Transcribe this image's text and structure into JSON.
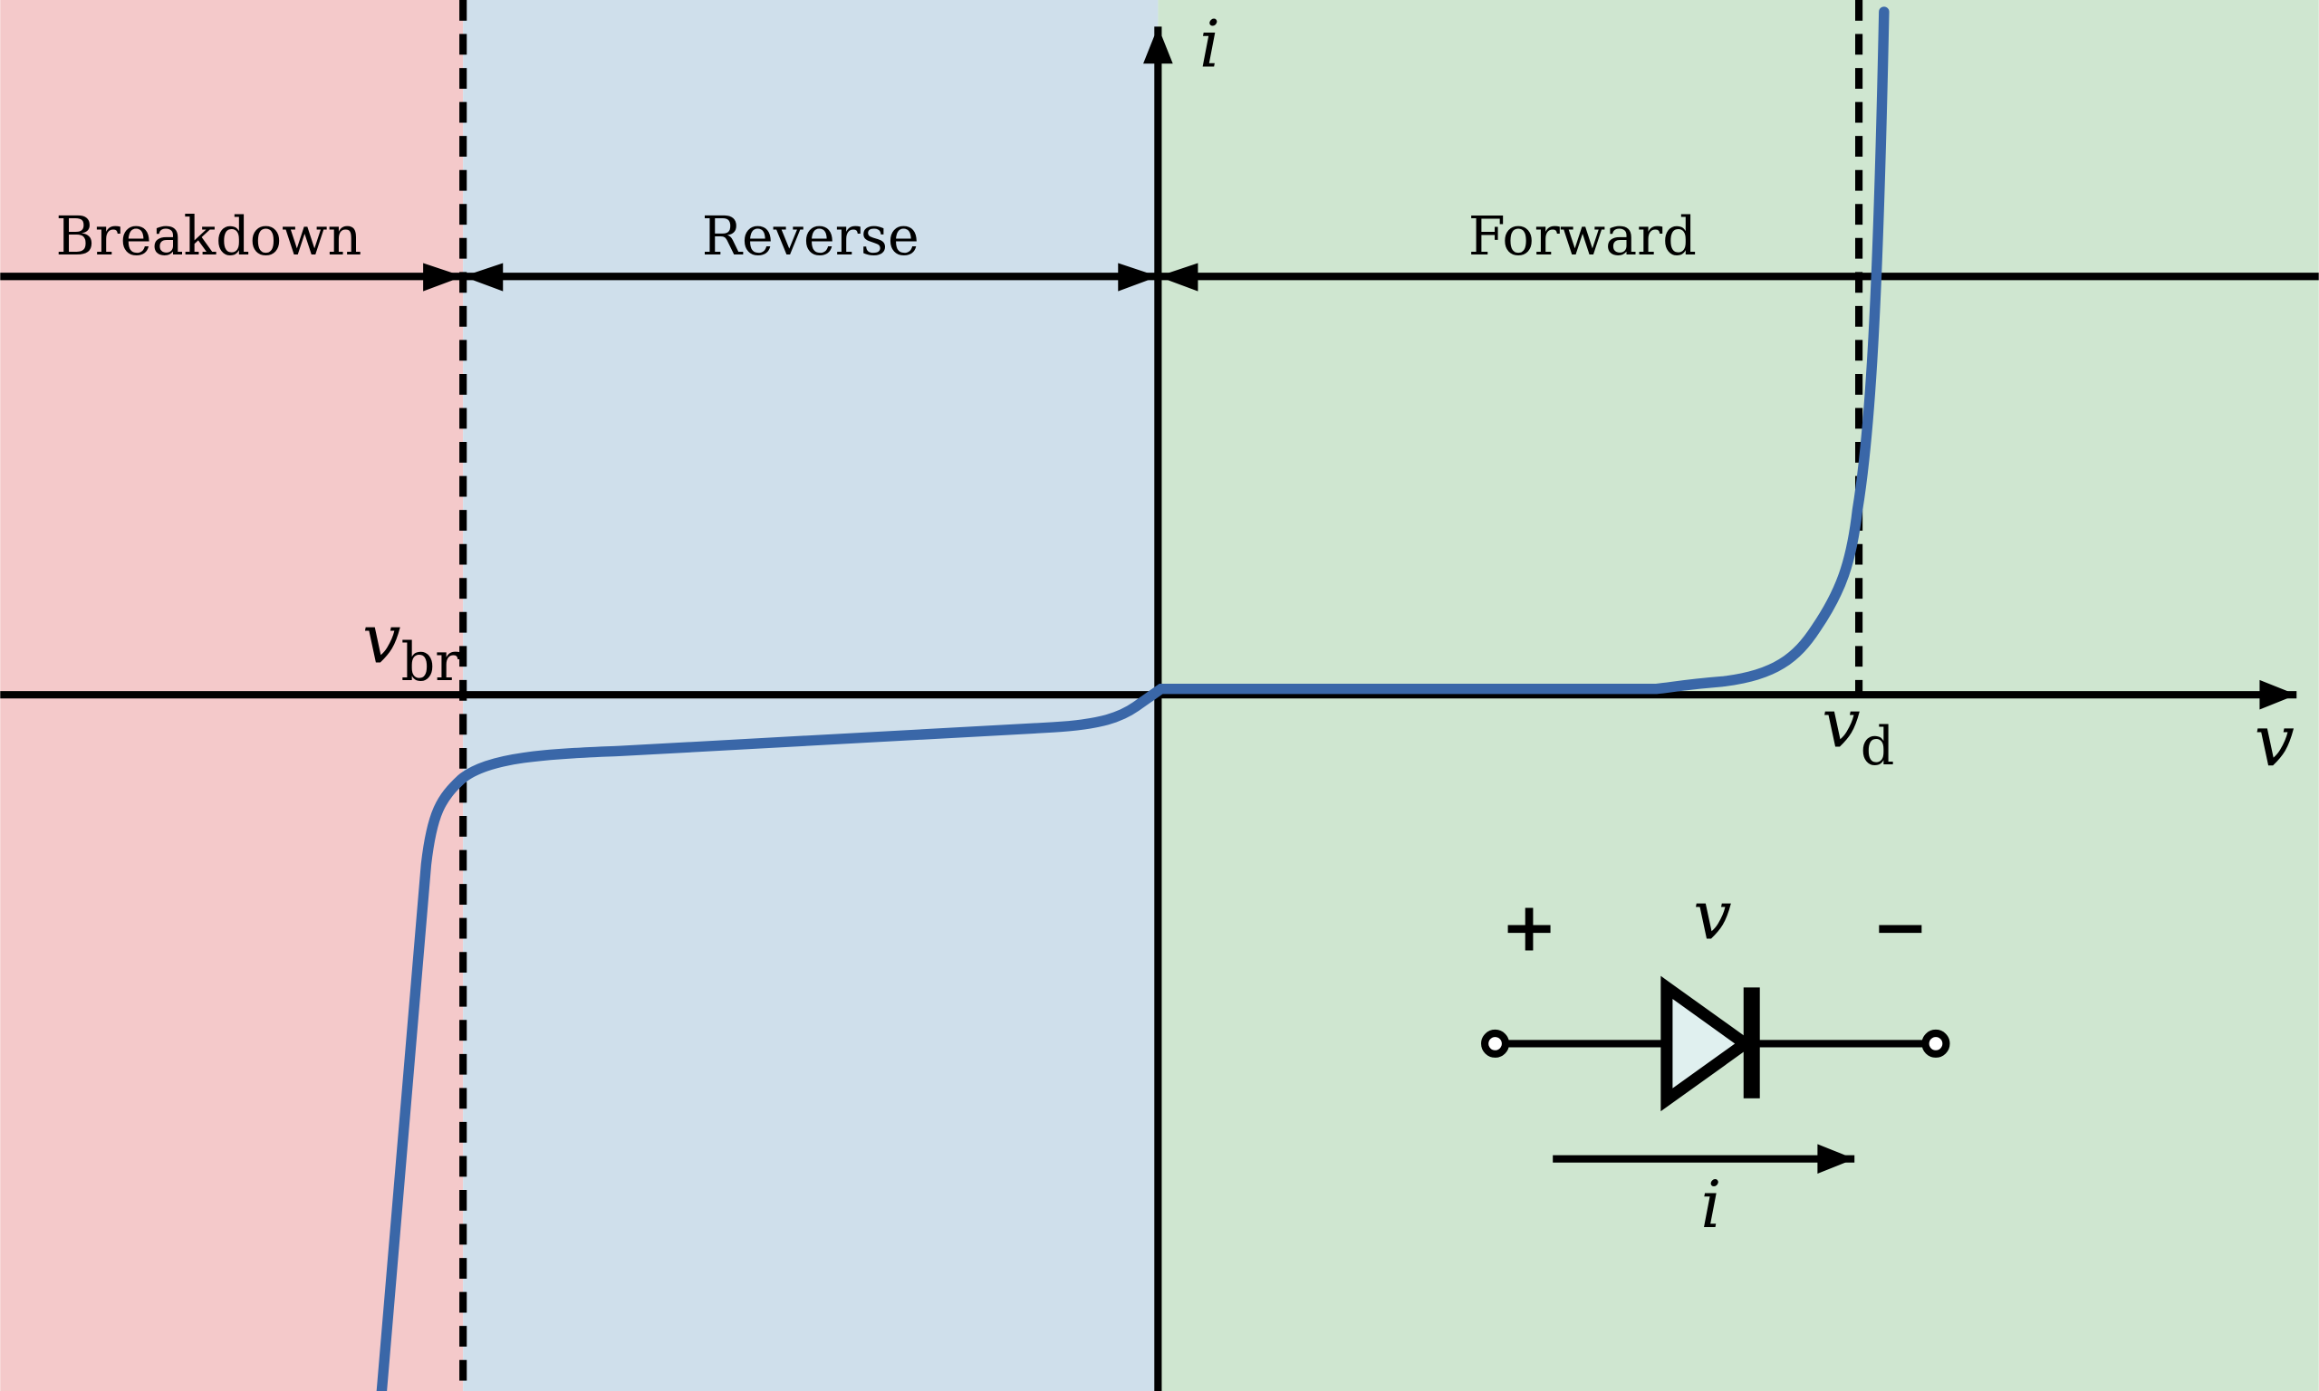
{
  "regions": [
    {
      "label": "Breakdown",
      "color": "#f4c9ca"
    },
    {
      "label": "Reverse",
      "color": "#cfdfeb"
    },
    {
      "label": "Forward",
      "color": "#cfe6d0"
    }
  ],
  "axes": {
    "x_label": "v",
    "y_label": "i"
  },
  "markers": {
    "breakdown_voltage": {
      "symbol": "v",
      "subscript": "br"
    },
    "diode_voltage": {
      "symbol": "v",
      "subscript": "d"
    }
  },
  "curve_color": "#3a67a8",
  "diode_symbol": {
    "plus": "+",
    "minus": "−",
    "voltage_label": "v",
    "current_label": "i",
    "fill_color": "#e0f0ef"
  }
}
